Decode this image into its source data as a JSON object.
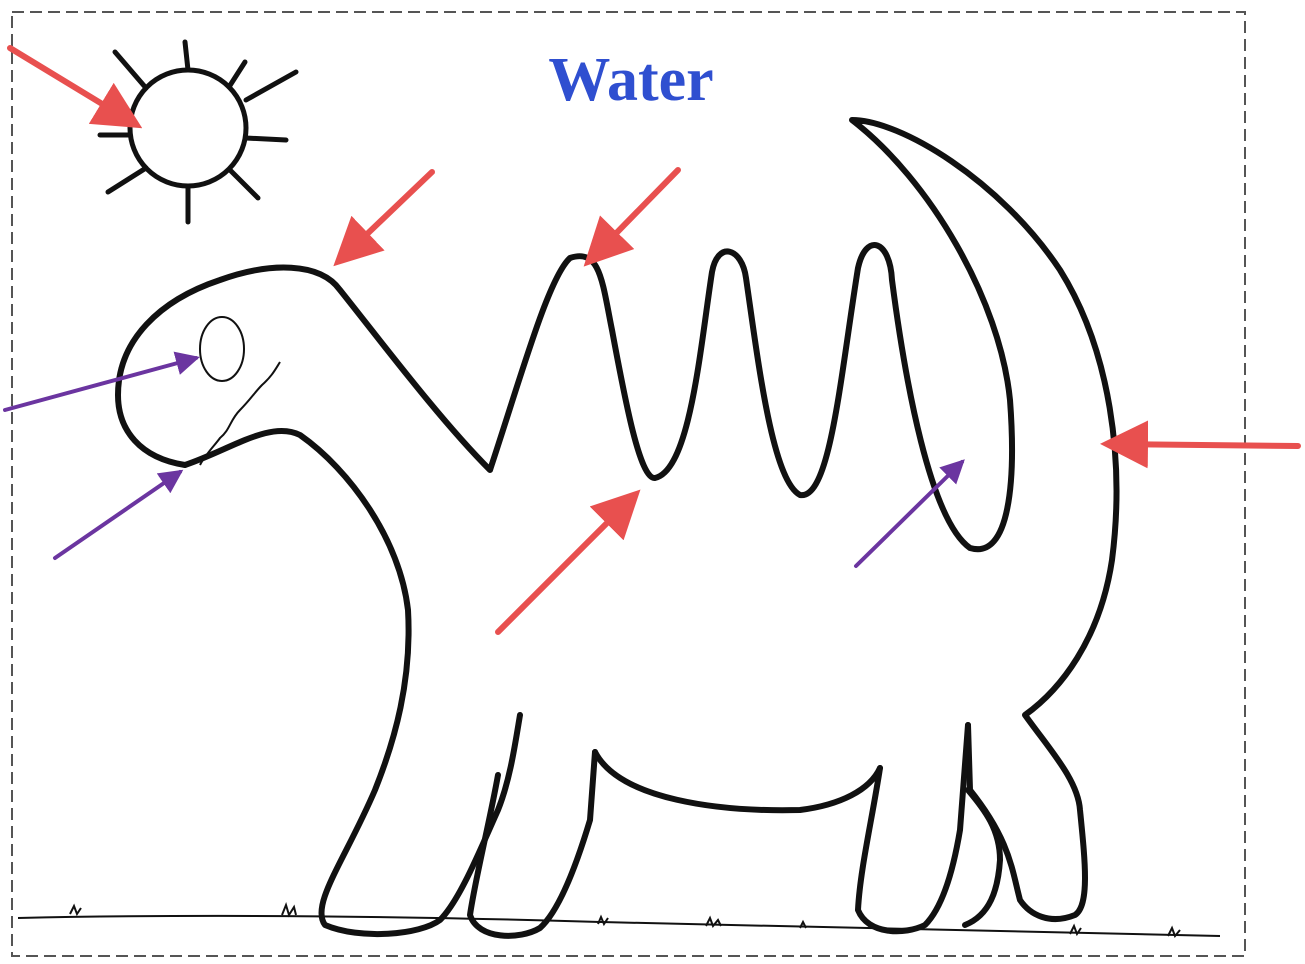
{
  "title": "Water",
  "colors": {
    "title": "#2f4fd0",
    "outline": "#111111",
    "red_arrow": "#e8504f",
    "purple_arrow": "#6b35a0",
    "border": "#444444"
  },
  "arrows": {
    "red": [
      {
        "name": "arrow-to-sun",
        "target": "sun"
      },
      {
        "name": "arrow-to-head",
        "target": "head"
      },
      {
        "name": "arrow-to-spike-1",
        "target": "back-spike"
      },
      {
        "name": "arrow-to-spike-valley",
        "target": "back-spike-valley"
      },
      {
        "name": "arrow-to-tail",
        "target": "tail"
      }
    ],
    "purple": [
      {
        "name": "arrow-to-eye",
        "target": "eye"
      },
      {
        "name": "arrow-to-mouth",
        "target": "mouth"
      },
      {
        "name": "arrow-to-body-inner",
        "target": "tail-inner-curve"
      }
    ]
  },
  "icons": [
    "sun-icon",
    "dinosaur-drawing",
    "grass-tuft-icon"
  ]
}
